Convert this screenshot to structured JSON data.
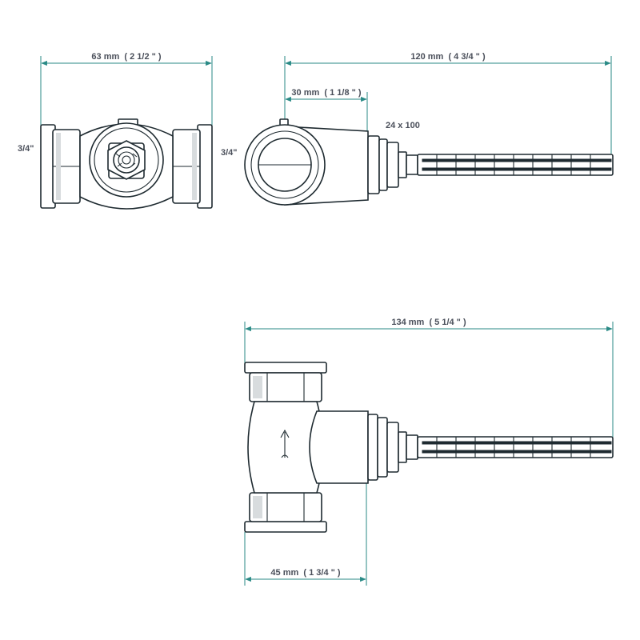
{
  "dimensions": {
    "width_63": "63 mm  ( 2 1/2 \" )",
    "length_120": "120 mm  ( 4 3/4 \" )",
    "offset_30": "30 mm  ( 1 1/8 \" )",
    "spindle_24x100": "24 x 100",
    "length_134": "134 mm  ( 5 1/4 \" )",
    "offset_45": "45 mm  ( 1 3/4 \" )"
  },
  "connections": {
    "front_view_thread": "3/4\"",
    "side_view_thread": "3/4\""
  },
  "colors": {
    "dimension_line": "#2a8a86",
    "text": "#4a4f5a",
    "outline": "#1e2a30"
  }
}
